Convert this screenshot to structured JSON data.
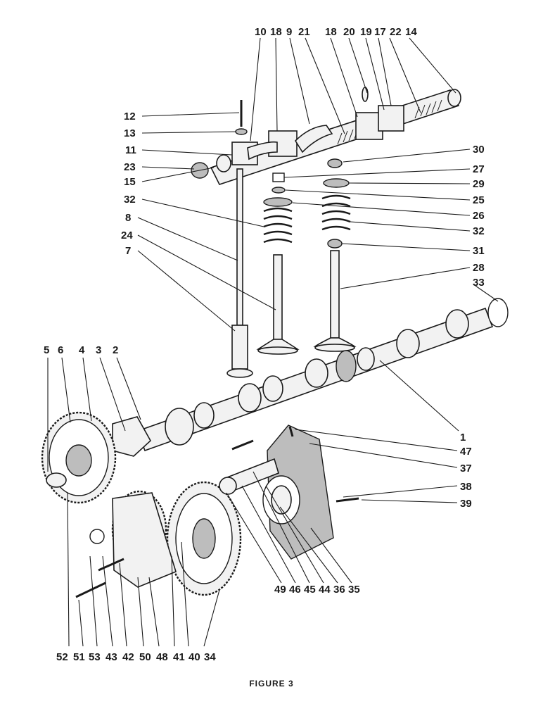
{
  "figure": {
    "caption": "FIGURE 3",
    "top_labels": [
      "10",
      "18",
      "9",
      "21",
      "18",
      "20",
      "19",
      "17",
      "22",
      "14"
    ],
    "left_upper_labels": [
      "12",
      "13",
      "11",
      "23",
      "15",
      "32",
      "8",
      "24",
      "7"
    ],
    "right_upper_labels": [
      "30",
      "27",
      "29",
      "25",
      "26",
      "32",
      "31",
      "28",
      "33"
    ],
    "left_lower_labels": [
      "5",
      "6",
      "4",
      "3",
      "2"
    ],
    "right_lower_labels": [
      "1",
      "47",
      "37",
      "38",
      "39"
    ],
    "bottom_middle_labels": [
      "49",
      "46",
      "45",
      "44",
      "36",
      "35"
    ],
    "bottom_labels": [
      "52",
      "51",
      "53",
      "43",
      "42",
      "50",
      "48",
      "41",
      "40",
      "34"
    ]
  }
}
